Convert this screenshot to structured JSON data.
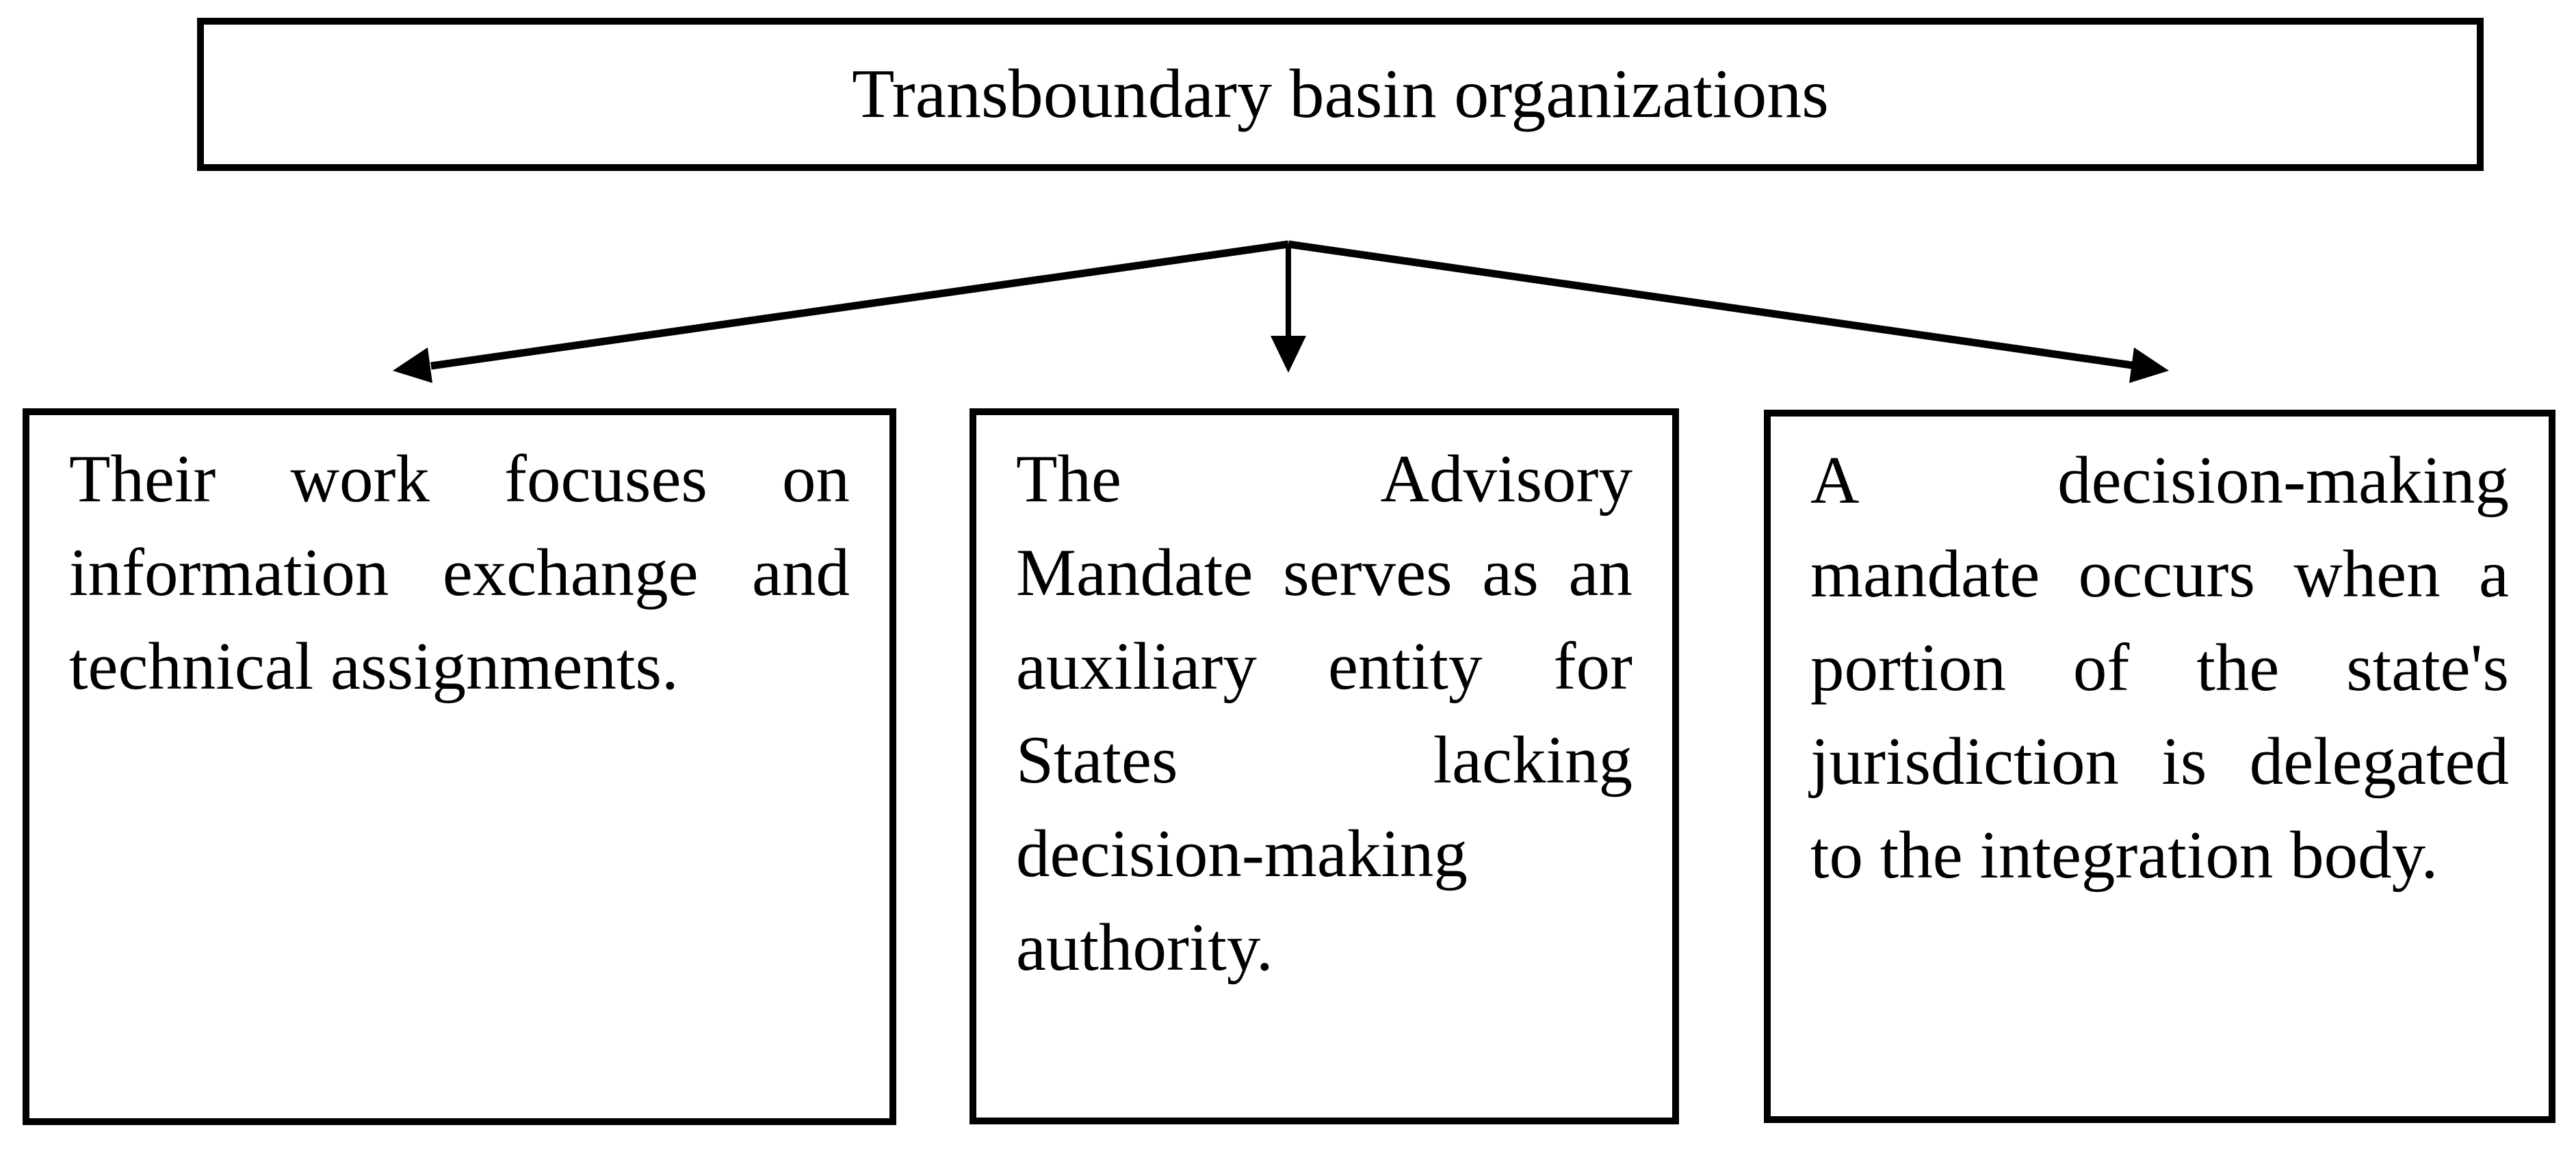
{
  "diagram": {
    "title": "Transboundary basin organizations",
    "boxes": [
      {
        "full_text": "Their work focuses on information exchange and technical assignments.",
        "lines": [
          "Their work focuses on",
          "information exchange and",
          "technical assignments."
        ]
      },
      {
        "full_text": "The Advisory Mandate serves as an auxiliary entity for States lacking decision-making authority.",
        "lines": [
          "The Advisory",
          "Mandate serves as an",
          "auxiliary entity for",
          "States lacking",
          "decision-making",
          "authority."
        ]
      },
      {
        "full_text": "A decision-making mandate occurs when a portion of the state's jurisdiction is delegated to the integration body.",
        "lines": [
          "A decision-making",
          "mandate occurs when a",
          "portion of the state's",
          "jurisdiction is delegated",
          "to the integration body."
        ]
      }
    ],
    "colors": {
      "ink": "#000000",
      "background": "#ffffff"
    }
  }
}
